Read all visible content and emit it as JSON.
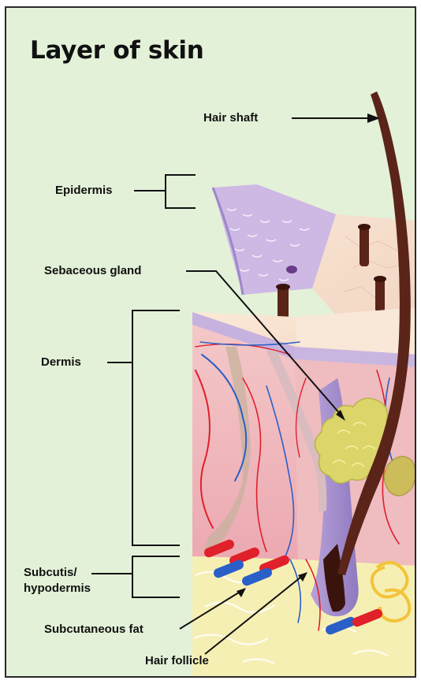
{
  "title": "Layer of skin",
  "labels": {
    "hair_shaft": "Hair shaft",
    "epidermis": "Epidermis",
    "sebaceous_gland": "Sebaceous gland",
    "dermis": "Dermis",
    "subcutis_line1": "Subcutis/",
    "subcutis_line2": "hypodermis",
    "subcutaneous_fat": "Subcutaneous fat",
    "hair_follicle": "Hair follicle"
  },
  "colors": {
    "background": "#e3f1d8",
    "epidermis": "#c4b2dc",
    "dermis": "#efb8bd",
    "subcutaneous_fat": "#f6efb4",
    "hair": "#5a2418",
    "artery": "#e0202a",
    "vein": "#2a5fc8",
    "sebaceous_gland": "#dcd56a"
  }
}
